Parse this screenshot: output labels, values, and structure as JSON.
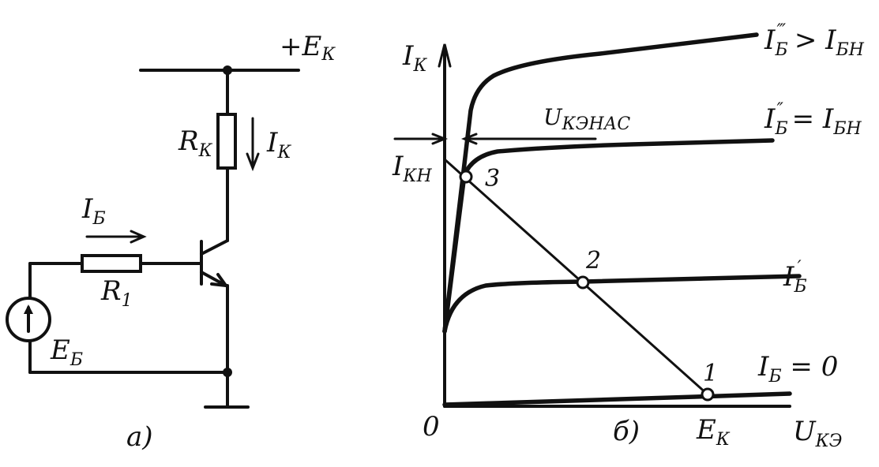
{
  "circuit": {
    "supply_label": "+E",
    "supply_sub": "К",
    "rk_label": "R",
    "rk_sub": "К",
    "ik_label": "I",
    "ik_sub": "К",
    "ib_label": "I",
    "ib_sub": "Б",
    "r1_label": "R",
    "r1_sub": "1",
    "eb_label": "E",
    "eb_sub": "Б",
    "caption": "а)"
  },
  "graph": {
    "y_axis_label": "I",
    "y_axis_sub": "К",
    "x_axis_label": "U",
    "x_axis_sub": "КЭ",
    "origin": "0",
    "ek_label": "E",
    "ek_sub": "К",
    "ikn_label": "I",
    "ikn_sub": "КН",
    "ukenas_label": "U",
    "ukenas_sub": "КЭНАС",
    "caption": "б)",
    "curve_labels": {
      "ib3": {
        "main": "I",
        "sub": "Б",
        "sup": "‴",
        "rest": " > I",
        "rest_sub": "БН"
      },
      "ib2": {
        "main": "I",
        "sub": "Б",
        "sup": "″",
        "rest": " = I",
        "rest_sub": "БН"
      },
      "ib1": {
        "main": "I",
        "sub": "Б",
        "sup": "′"
      },
      "ib0": {
        "main": "I",
        "sub": "Б",
        "rest": " = 0"
      }
    },
    "points": [
      "1",
      "2",
      "3"
    ]
  }
}
